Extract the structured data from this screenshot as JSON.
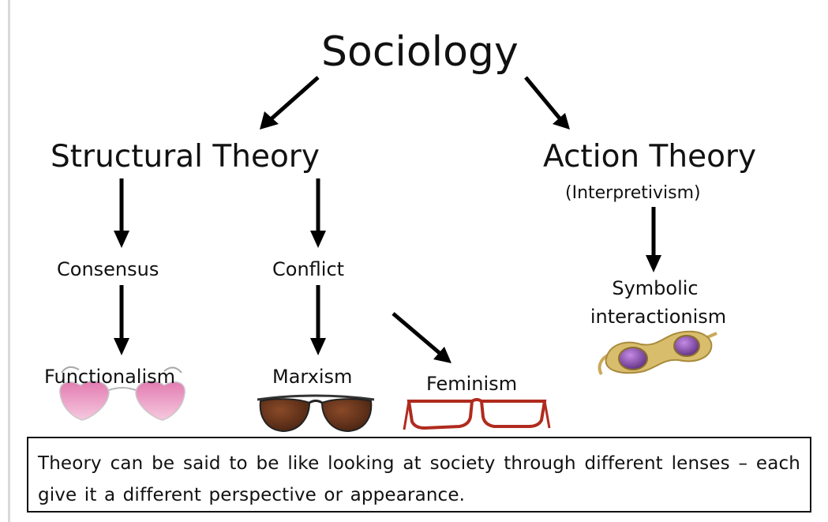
{
  "diagram": {
    "root": "Sociology",
    "structural": {
      "title": "Structural Theory",
      "consensus": "Consensus",
      "conflict": "Conflict",
      "functionalism": "Functionalism",
      "marxism": "Marxism",
      "feminism": "Feminism"
    },
    "action": {
      "title": "Action Theory",
      "subtitle": "(Interpretivism)",
      "symbolic_line1": "Symbolic",
      "symbolic_line2": "interactionism"
    }
  },
  "caption": "Theory can be said to be like looking at society through different lenses – each give it a different perspective or appearance.",
  "icons": {
    "functionalism": "pink-heart-sunglasses-icon",
    "marxism": "brown-aviator-sunglasses-icon",
    "feminism": "red-frame-glasses-icon",
    "symbolic": "purple-lens-gold-glasses-icon"
  }
}
